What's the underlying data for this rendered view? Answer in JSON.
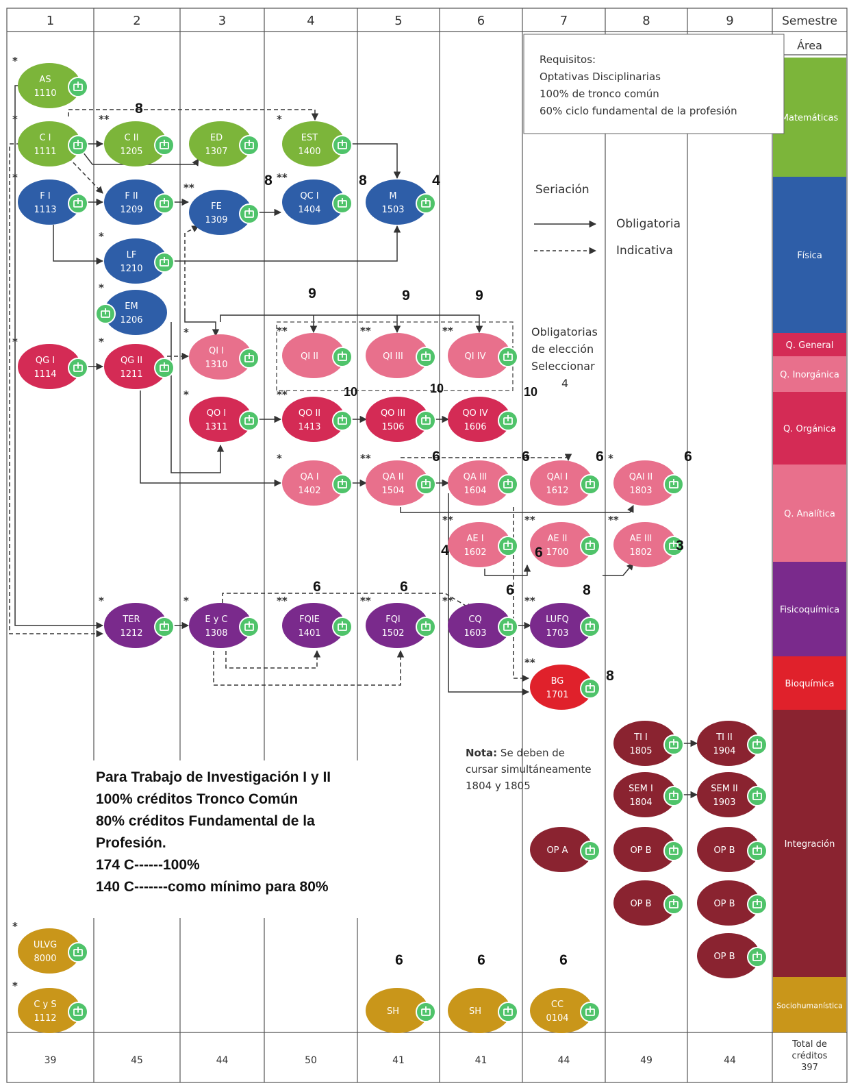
{
  "header": {
    "columns": [
      "1",
      "2",
      "3",
      "4",
      "5",
      "6",
      "7",
      "8",
      "9"
    ],
    "semestre_label": "Semestre",
    "area_label": "Área"
  },
  "areas": [
    {
      "label": "Matemáticas",
      "color": "#7cb53a"
    },
    {
      "label": "Física",
      "color": "#2e5ea8"
    },
    {
      "label": "Q. General",
      "color": "#d42b55"
    },
    {
      "label": "Q. Inorgánica",
      "color": "#e8708c"
    },
    {
      "label": "Q. Orgánica",
      "color": "#d42b55"
    },
    {
      "label": "Q. Analítica",
      "color": "#e8708c"
    },
    {
      "label": "Fisicoquímica",
      "color": "#7a2a8c"
    },
    {
      "label": "Bioquímica",
      "color": "#e0212b"
    },
    {
      "label": "Integración",
      "color": "#8a2330"
    },
    {
      "label": "Sociohumanística",
      "color": "#c9961a"
    }
  ],
  "colors": {
    "mat": "#7cb53a",
    "fis": "#2e5ea8",
    "qdark": "#d42b55",
    "qlight": "#e8708c",
    "fq": "#7a2a8c",
    "bio": "#e0212b",
    "int": "#8a2330",
    "soc": "#c9961a",
    "badge": "#4fc36a"
  },
  "requisitos": {
    "lines": [
      "Requisitos:",
      "Optativas Disciplinarias",
      "100% de tronco común",
      "60% ciclo fundamental de la profesión"
    ]
  },
  "legend": {
    "title": "Seriación",
    "obligatoria": "Obligatoria",
    "indicativa": "Indicativa"
  },
  "eleccion": {
    "lines": [
      "Obligatorias",
      "de elección",
      "Seleccionar",
      "4"
    ]
  },
  "nota": {
    "bold": "Nota:",
    "lines": [
      " Se deben de",
      "cursar simultáneamente",
      "1804 y 1805"
    ]
  },
  "trabajo_note": {
    "lines": [
      "Para Trabajo de Investigación I y II",
      "100% créditos Tronco Común",
      "80% créditos Fundamental de la",
      "Profesión.",
      "174  C------100%",
      "140  C-------como mínimo para 80%"
    ]
  },
  "courses": [
    {
      "id": "AS",
      "abbr": "AS",
      "code": "1110",
      "area": "mat",
      "mark": "*"
    },
    {
      "id": "CI",
      "abbr": "C I",
      "code": "1111",
      "area": "mat",
      "mark": "*"
    },
    {
      "id": "CII",
      "abbr": "C II",
      "code": "1205",
      "area": "mat",
      "mark": "**"
    },
    {
      "id": "ED",
      "abbr": "ED",
      "code": "1307",
      "area": "mat",
      "mark": ""
    },
    {
      "id": "EST",
      "abbr": "EST",
      "code": "1400",
      "area": "mat",
      "mark": "*"
    },
    {
      "id": "FI",
      "abbr": "F I",
      "code": "1113",
      "area": "fis",
      "mark": "*"
    },
    {
      "id": "FII",
      "abbr": "F II",
      "code": "1209",
      "area": "fis",
      "mark": ""
    },
    {
      "id": "FE",
      "abbr": "FE",
      "code": "1309",
      "area": "fis",
      "mark": "**"
    },
    {
      "id": "QCI",
      "abbr": "QC I",
      "code": "1404",
      "area": "fis",
      "mark": "**"
    },
    {
      "id": "M",
      "abbr": "M",
      "code": "1503",
      "area": "fis",
      "mark": ""
    },
    {
      "id": "LF",
      "abbr": "LF",
      "code": "1210",
      "area": "fis",
      "mark": "*"
    },
    {
      "id": "EM",
      "abbr": "EM",
      "code": "1206",
      "area": "fis",
      "mark": "*"
    },
    {
      "id": "QGI",
      "abbr": "QG I",
      "code": "1114",
      "area": "qdark",
      "mark": "*"
    },
    {
      "id": "QGII",
      "abbr": "QG II",
      "code": "1211",
      "area": "qdark",
      "mark": "*"
    },
    {
      "id": "QII",
      "abbr": "QI I",
      "code": "1310",
      "area": "qlight",
      "mark": "*"
    },
    {
      "id": "QIII",
      "abbr": "QI II",
      "code": "",
      "area": "qlight",
      "mark": "**"
    },
    {
      "id": "QIIII",
      "abbr": "QI III",
      "code": "",
      "area": "qlight",
      "mark": "**"
    },
    {
      "id": "QIIV",
      "abbr": "QI IV",
      "code": "",
      "area": "qlight",
      "mark": "**"
    },
    {
      "id": "QOI",
      "abbr": "QO I",
      "code": "1311",
      "area": "qdark",
      "mark": "*"
    },
    {
      "id": "QOII",
      "abbr": "QO II",
      "code": "1413",
      "area": "qdark",
      "mark": "**"
    },
    {
      "id": "QOIII",
      "abbr": "QO III",
      "code": "1506",
      "area": "qdark",
      "mark": ""
    },
    {
      "id": "QOIV",
      "abbr": "QO IV",
      "code": "1606",
      "area": "qdark",
      "mark": ""
    },
    {
      "id": "QAI",
      "abbr": "QA I",
      "code": "1402",
      "area": "qlight",
      "mark": "*"
    },
    {
      "id": "QAII",
      "abbr": "QA II",
      "code": "1504",
      "area": "qlight",
      "mark": "**"
    },
    {
      "id": "QAIII",
      "abbr": "QA III",
      "code": "1604",
      "area": "qlight",
      "mark": ""
    },
    {
      "id": "QAlI",
      "abbr": "QAl I",
      "code": "1612",
      "area": "qlight",
      "mark": "*"
    },
    {
      "id": "QAlII",
      "abbr": "QAl II",
      "code": "1803",
      "area": "qlight",
      "mark": "*"
    },
    {
      "id": "AEI",
      "abbr": "AE I",
      "code": "1602",
      "area": "qlight",
      "mark": "**"
    },
    {
      "id": "AEII",
      "abbr": "AE II",
      "code": "1700",
      "area": "qlight",
      "mark": "**"
    },
    {
      "id": "AEIII",
      "abbr": "AE III",
      "code": "1802",
      "area": "qlight",
      "mark": "**"
    },
    {
      "id": "TER",
      "abbr": "TER",
      "code": "1212",
      "area": "fq",
      "mark": "*"
    },
    {
      "id": "EyC",
      "abbr": "E y C",
      "code": "1308",
      "area": "fq",
      "mark": "*"
    },
    {
      "id": "FQIE",
      "abbr": "FQIE",
      "code": "1401",
      "area": "fq",
      "mark": "**"
    },
    {
      "id": "FQI",
      "abbr": "FQI",
      "code": "1502",
      "area": "fq",
      "mark": "**"
    },
    {
      "id": "CQ",
      "abbr": "CQ",
      "code": "1603",
      "area": "fq",
      "mark": "**"
    },
    {
      "id": "LUFQ",
      "abbr": "LUFQ",
      "code": "1703",
      "area": "fq",
      "mark": "**"
    },
    {
      "id": "BG",
      "abbr": "BG",
      "code": "1701",
      "area": "bio",
      "mark": "**"
    },
    {
      "id": "TII",
      "abbr": "TI I",
      "code": "1805",
      "area": "int",
      "mark": ""
    },
    {
      "id": "TIII",
      "abbr": "TI II",
      "code": "1904",
      "area": "int",
      "mark": ""
    },
    {
      "id": "SEMI",
      "abbr": "SEM I",
      "code": "1804",
      "area": "int",
      "mark": ""
    },
    {
      "id": "SEMII",
      "abbr": "SEM II",
      "code": "1903",
      "area": "int",
      "mark": ""
    },
    {
      "id": "OPA",
      "abbr": "OP A",
      "code": "",
      "area": "int",
      "mark": ""
    },
    {
      "id": "OPB1",
      "abbr": "OP B",
      "code": "",
      "area": "int",
      "mark": ""
    },
    {
      "id": "OPB2",
      "abbr": "OP B",
      "code": "",
      "area": "int",
      "mark": ""
    },
    {
      "id": "OPB3",
      "abbr": "OP B",
      "code": "",
      "area": "int",
      "mark": ""
    },
    {
      "id": "OPB4",
      "abbr": "OP B",
      "code": "",
      "area": "int",
      "mark": ""
    },
    {
      "id": "OPB5",
      "abbr": "OP B",
      "code": "",
      "area": "int",
      "mark": ""
    },
    {
      "id": "ULVG",
      "abbr": "ULVG",
      "code": "8000",
      "area": "soc",
      "mark": "*"
    },
    {
      "id": "CyS",
      "abbr": "C y S",
      "code": "1112",
      "area": "soc",
      "mark": "*"
    },
    {
      "id": "SH1",
      "abbr": "SH",
      "code": "",
      "area": "soc",
      "mark": ""
    },
    {
      "id": "SH2",
      "abbr": "SH",
      "code": "",
      "area": "soc",
      "mark": ""
    },
    {
      "id": "CC",
      "abbr": "CC",
      "code": "0104",
      "area": "soc",
      "mark": ""
    }
  ],
  "annotations": [
    {
      "id": "a_cii",
      "text": "8"
    },
    {
      "id": "a_fe",
      "text": "8"
    },
    {
      "id": "a_qc",
      "text": "8"
    },
    {
      "id": "a_m",
      "text": "4"
    },
    {
      "id": "a_qi2",
      "text": "9"
    },
    {
      "id": "a_qi3",
      "text": "9"
    },
    {
      "id": "a_qi4",
      "text": "9"
    },
    {
      "id": "a_qo2",
      "text": "10"
    },
    {
      "id": "a_qo3",
      "text": "10"
    },
    {
      "id": "a_qo4",
      "text": "10"
    },
    {
      "id": "a_qa2",
      "text": "6"
    },
    {
      "id": "a_qa3",
      "text": "6"
    },
    {
      "id": "a_qal1",
      "text": "6"
    },
    {
      "id": "a_qal2",
      "text": "6"
    },
    {
      "id": "a_ae1",
      "text": "4"
    },
    {
      "id": "a_ae2",
      "text": "6"
    },
    {
      "id": "a_ae3",
      "text": "3"
    },
    {
      "id": "a_fqie",
      "text": "6"
    },
    {
      "id": "a_fqi",
      "text": "6"
    },
    {
      "id": "a_cq",
      "text": "6"
    },
    {
      "id": "a_lufq",
      "text": "8"
    },
    {
      "id": "a_bg",
      "text": "8"
    },
    {
      "id": "a_sh1",
      "text": "6"
    },
    {
      "id": "a_sh2",
      "text": "6"
    },
    {
      "id": "a_cc",
      "text": "6"
    }
  ],
  "footer": {
    "credits": [
      "39",
      "45",
      "44",
      "50",
      "41",
      "41",
      "44",
      "49",
      "44"
    ],
    "total_label": [
      "Total de",
      "créditos",
      "397"
    ]
  }
}
